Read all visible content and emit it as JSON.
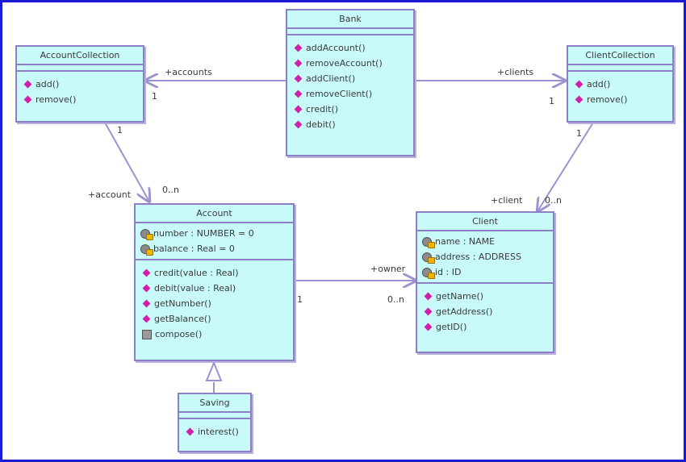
{
  "classes": {
    "bank": {
      "name": "Bank",
      "operations": [
        "addAccount()",
        "removeAccount()",
        "addClient()",
        "removeClient()",
        "credit()",
        "debit()"
      ]
    },
    "account_collection": {
      "name": "AccountCollection",
      "operations": [
        "add()",
        "remove()"
      ]
    },
    "client_collection": {
      "name": "ClientCollection",
      "operations": [
        "add()",
        "remove()"
      ]
    },
    "account": {
      "name": "Account",
      "attributes": [
        "number : NUMBER = 0",
        "balance : Real = 0"
      ],
      "operations": [
        "credit(value : Real)",
        "debit(value : Real)",
        "getNumber()",
        "getBalance()",
        "compose()"
      ]
    },
    "client": {
      "name": "Client",
      "attributes": [
        "name : NAME",
        "address : ADDRESS",
        "id : ID"
      ],
      "operations": [
        "getName()",
        "getAddress()",
        "getID()"
      ]
    },
    "saving": {
      "name": "Saving",
      "operations": [
        "interest()"
      ]
    }
  },
  "associations": {
    "bank_accounts": {
      "role": "+accounts",
      "multiplicity": "1"
    },
    "bank_clients": {
      "role": "+clients",
      "multiplicity": "1"
    },
    "collection_account": {
      "source_multiplicity": "1",
      "role": "+account",
      "target_multiplicity": "0..n"
    },
    "collection_client": {
      "source_multiplicity": "1",
      "role": "+client",
      "target_multiplicity": "0..n"
    },
    "account_client": {
      "source_multiplicity": "1",
      "role": "+owner",
      "target_multiplicity": "0..n"
    }
  },
  "colors": {
    "class_fill": "#c9fafa",
    "class_border": "#8d7fc6",
    "line": "#9d92d0",
    "frame": "#1b1bd6"
  }
}
